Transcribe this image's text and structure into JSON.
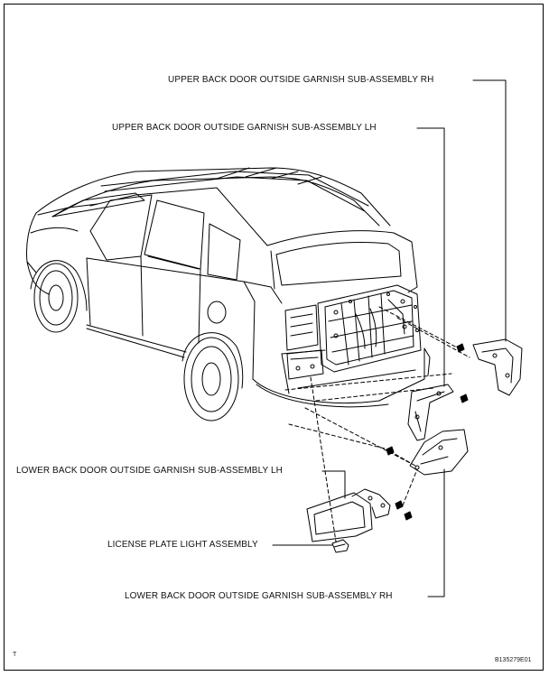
{
  "labels": {
    "upper_rh": "UPPER BACK DOOR OUTSIDE GARNISH SUB-ASSEMBLY RH",
    "upper_lh": "UPPER BACK DOOR OUTSIDE GARNISH SUB-ASSEMBLY LH",
    "lower_lh": "LOWER BACK DOOR OUTSIDE GARNISH SUB-ASSEMBLY LH",
    "license_light": "LICENSE PLATE LIGHT ASSEMBLY",
    "lower_rh": "LOWER BACK DOOR OUTSIDE GARNISH SUB-ASSEMBLY RH"
  },
  "footer": {
    "left_mark": "T",
    "figure_code": "B135279E01"
  },
  "colors": {
    "line": "#000000",
    "background": "#ffffff"
  }
}
